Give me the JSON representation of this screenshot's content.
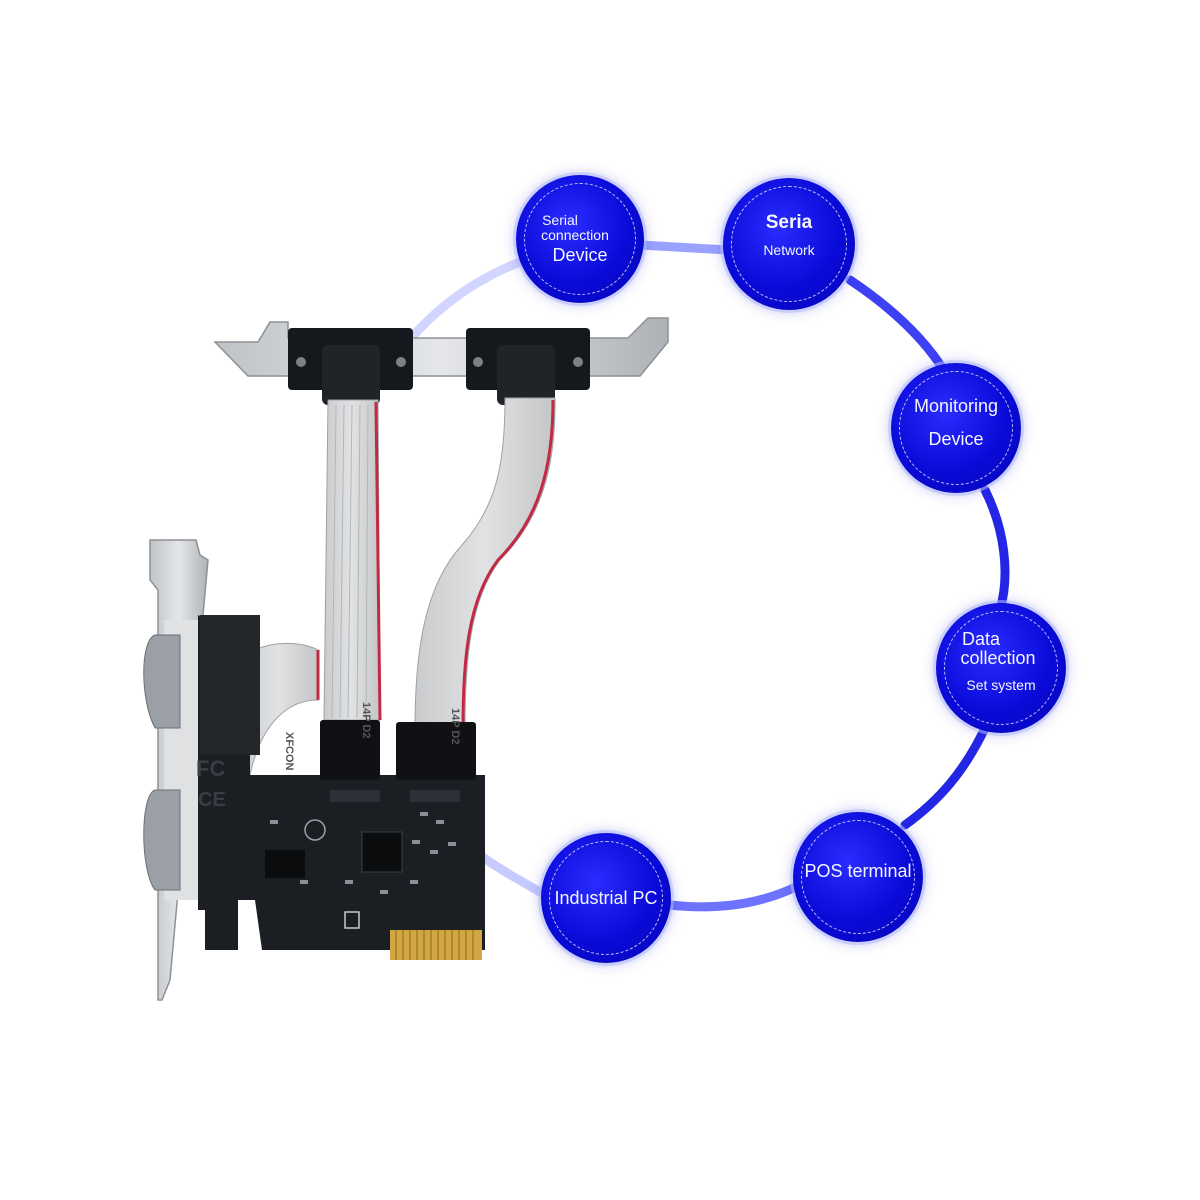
{
  "bubbles": {
    "serial_device": {
      "line1": "Serial",
      "line2": "connection",
      "line3": "Device"
    },
    "serial_network": {
      "line1": "Seria",
      "line2": "Network"
    },
    "monitoring": {
      "line1": "Monitoring",
      "line2": "Device"
    },
    "data_collection": {
      "line1": "Data",
      "line2": "collection",
      "line3": "Set system"
    },
    "pos": {
      "line1": "POS terminal"
    },
    "industrial_pc": {
      "line1": "Industrial PC"
    }
  },
  "card": {
    "fcc_mark": "FC",
    "ce_mark": "CE",
    "cable_label_1": "XFCON",
    "cable_label_2": "14P D2",
    "cable_label_3": "14P D2"
  },
  "colors": {
    "bubble_blue": "#0a0ad8",
    "ring_blue": "#2a2cf0",
    "pcb": "#1b1f24",
    "gold": "#d2a640"
  }
}
